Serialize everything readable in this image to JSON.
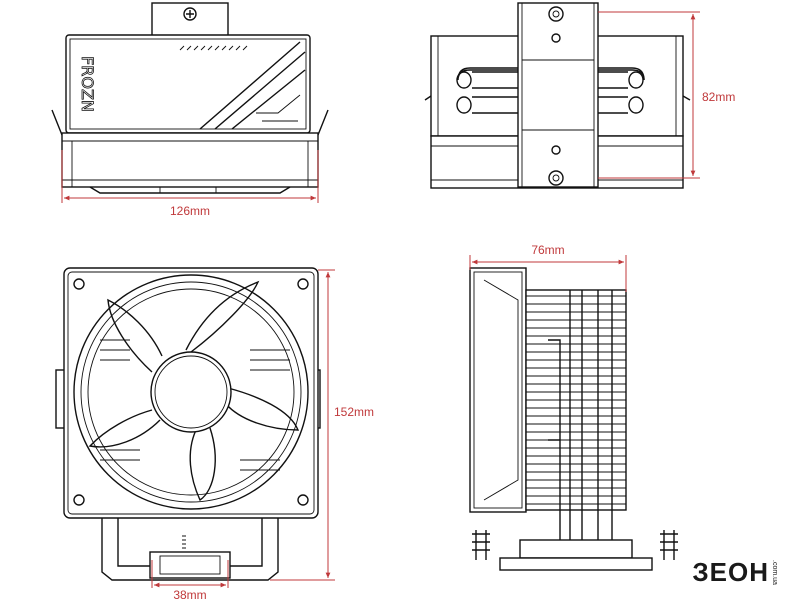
{
  "dimensions": {
    "top_width": "126mm",
    "side_height": "82mm",
    "front_height": "152mm",
    "depth": "76mm",
    "base_width": "38mm"
  },
  "brand_label": "FROZN",
  "logo": {
    "main": "ЗЕОН",
    "sub": ".com.ua"
  },
  "colors": {
    "dimension": "#c0393b",
    "line": "#111111",
    "logo_accent": "#2eaa3b"
  }
}
